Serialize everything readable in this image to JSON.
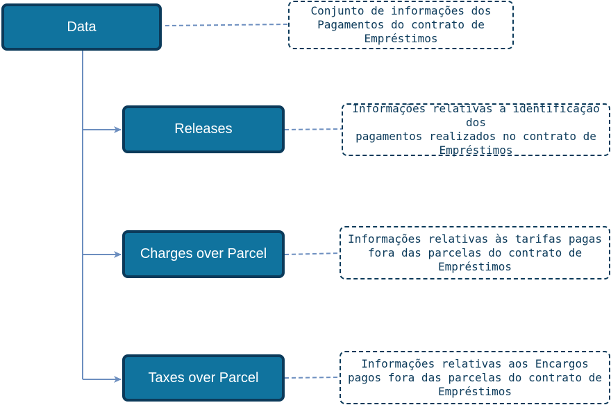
{
  "nodes": {
    "data": "Data",
    "releases": "Releases",
    "charges": "Charges over Parcel",
    "taxes": "Taxes over Parcel"
  },
  "notes": {
    "data": "Conjunto de informações dos\nPagamentos do contrato de\nEmpréstimos",
    "releases": "Informações relativas à identificação dos\npagamentos realizados no contrato de\nEmpréstimos",
    "charges": "Informações relativas às tarifas pagas\nfora das parcelas do contrato de\nEmpréstimos",
    "taxes": "Informações relativas aos Encargos\npagos fora das parcelas do contrato de\nEmpréstimos"
  },
  "colors": {
    "node_fill": "#10739e",
    "node_border": "#0b3a5a",
    "connector": "#6c8ebf",
    "note_border": "#0b3a5a"
  }
}
